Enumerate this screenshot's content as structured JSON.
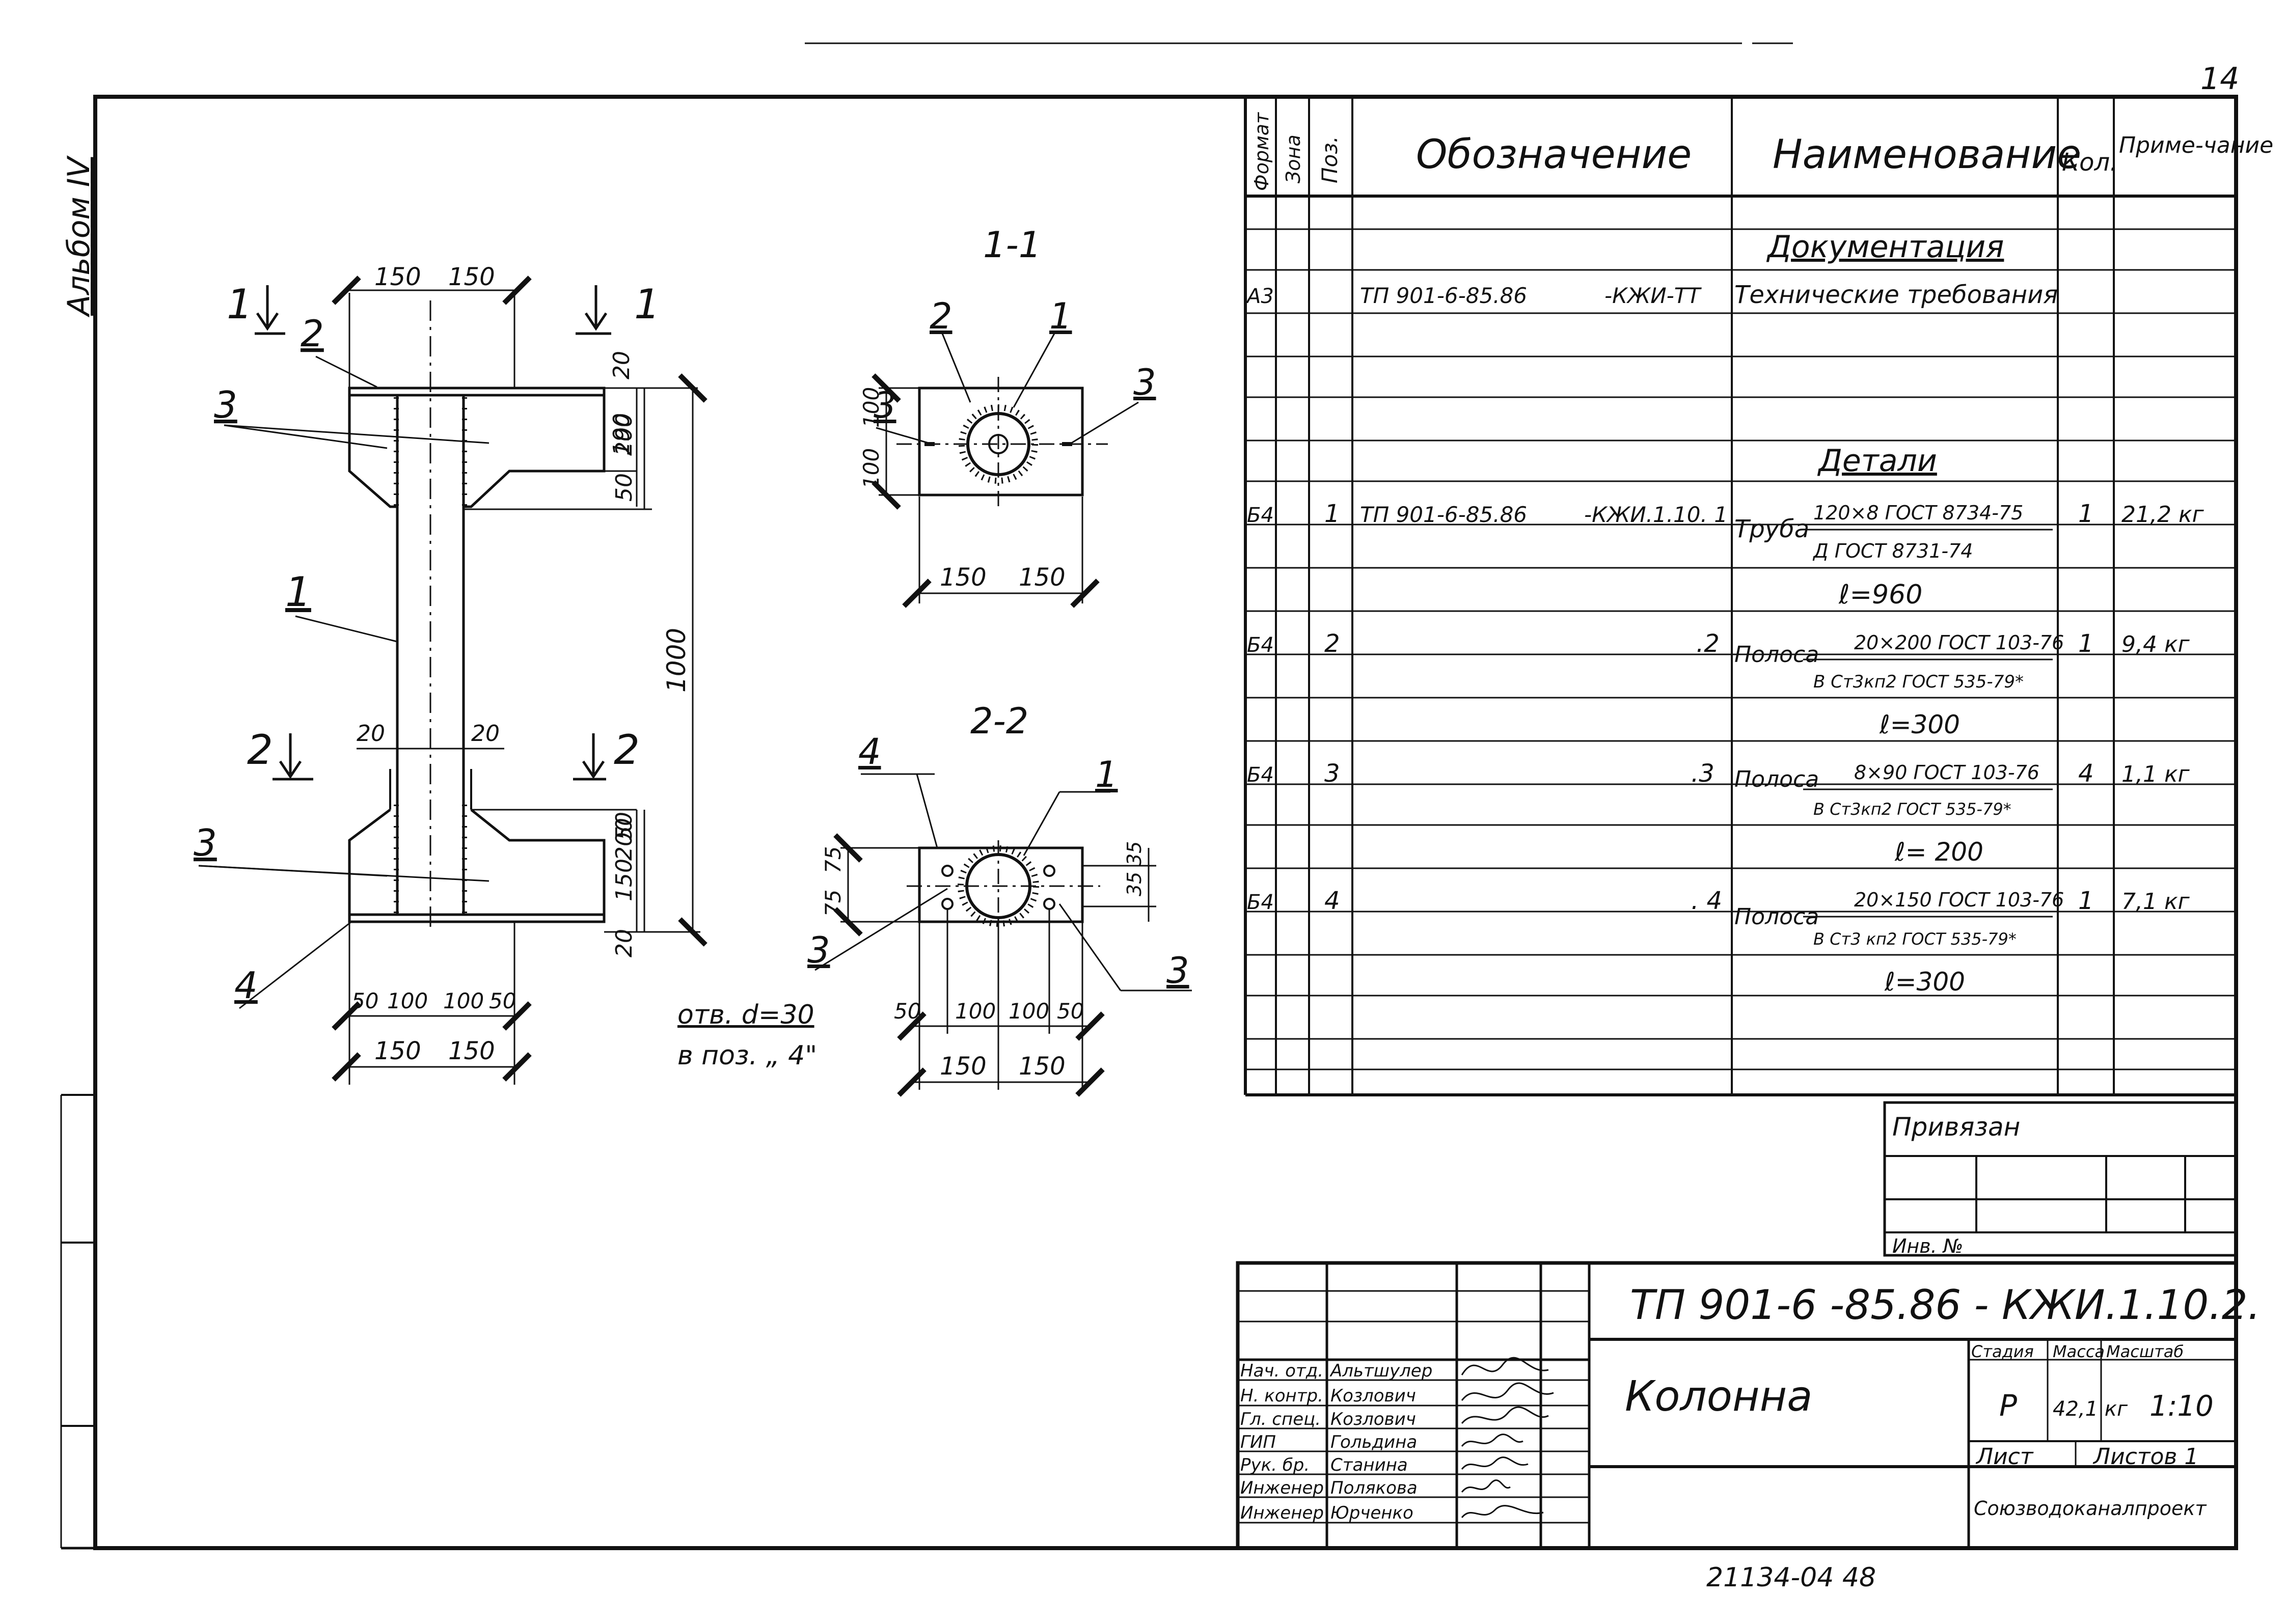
{
  "page_number": "14",
  "album_label": "Альбом IV",
  "bottom_number": "21134-04 48",
  "drawing": {
    "section_1_title": "1-1",
    "section_2_title": "2-2",
    "cut1_left": "1",
    "cut1_right": "1",
    "cut2_left": "2",
    "cut2_right": "2",
    "dim_150": "150",
    "dim_20": "20",
    "dim_100": "100",
    "dim_50": "50",
    "dim_190": "190",
    "dim_200": "200",
    "dim_1000": "1000",
    "dim_75": "75",
    "dim_35": "35",
    "pos_1": "1",
    "pos_2": "2",
    "pos_3": "3",
    "pos_4": "4",
    "hole_note_1": "отв. d=30",
    "hole_note_2": "в поз. „ 4\""
  },
  "spec": {
    "headers": {
      "format": "Формат",
      "zone": "Зона",
      "pos": "Поз.",
      "designation": "Обозначение",
      "name": "Наименование",
      "qty": "Кол.",
      "note": "Приме-чание"
    },
    "section_docs": "Документация",
    "section_details": "Детали",
    "rows": [
      {
        "format": "А3",
        "pos": "",
        "designation": "ТП 901-6-85.86",
        "suffix": "-КЖИ-ТТ",
        "name": "Технические требования",
        "qty": "",
        "note": ""
      },
      {
        "format": "Б4",
        "pos": "1",
        "designation": "ТП 901-6-85.86",
        "suffix": "-КЖИ.1.10. 1",
        "name": "Труба",
        "name_top": "120×8 ГОСТ 8734-75",
        "name_bottom": "Д ГОСТ 8731-74",
        "length": "ℓ=960",
        "qty": "1",
        "note": "21,2 кг"
      },
      {
        "format": "Б4",
        "pos": "2",
        "designation": "",
        "suffix": ".2",
        "name": "Полоса",
        "name_top": "20×200 ГОСТ 103-76",
        "name_bottom": "В Ст3кп2 ГОСТ 535-79*",
        "length": "ℓ=300",
        "qty": "1",
        "note": "9,4 кг"
      },
      {
        "format": "Б4",
        "pos": "3",
        "designation": "",
        "suffix": ".3",
        "name": "Полоса",
        "name_top": "8×90 ГОСТ 103-76",
        "name_bottom": "В Ст3кп2 ГОСТ 535-79*",
        "length": "ℓ= 200",
        "qty": "4",
        "note": "1,1 кг"
      },
      {
        "format": "Б4",
        "pos": "4",
        "designation": "",
        "suffix": ". 4",
        "name": "Полоса",
        "name_top": "20×150 ГОСТ 103-76",
        "name_bottom": "В Ст3 кп2 ГОСТ 535-79*",
        "length": "ℓ=300",
        "qty": "1",
        "note": "7,1 кг"
      }
    ]
  },
  "binding": {
    "title": "Привязан",
    "inv_label": "Инв. №"
  },
  "title_block": {
    "code": "ТП 901-6 -85.86 - КЖИ.1.10.2.",
    "name": "Колонна",
    "stage_label": "Стадия",
    "mass_label": "Масса",
    "scale_label": "Масштаб",
    "stage": "Р",
    "mass": "42,1 кг",
    "scale": "1:10",
    "sheet_label": "Лист",
    "sheets_label": "Листов 1",
    "org": "Союзводоканалпроект",
    "people": [
      {
        "role": "Нач. отд.",
        "name": "Альтшулер"
      },
      {
        "role": "Н. контр.",
        "name": "Козлович"
      },
      {
        "role": "Гл. спец.",
        "name": "Козлович"
      },
      {
        "role": "ГИП",
        "name": "Гольдина"
      },
      {
        "role": "Рук. бр.",
        "name": "Станина"
      },
      {
        "role": "Инженер",
        "name": "Полякова"
      },
      {
        "role": "Инженер",
        "name": "Юрченко"
      }
    ]
  }
}
